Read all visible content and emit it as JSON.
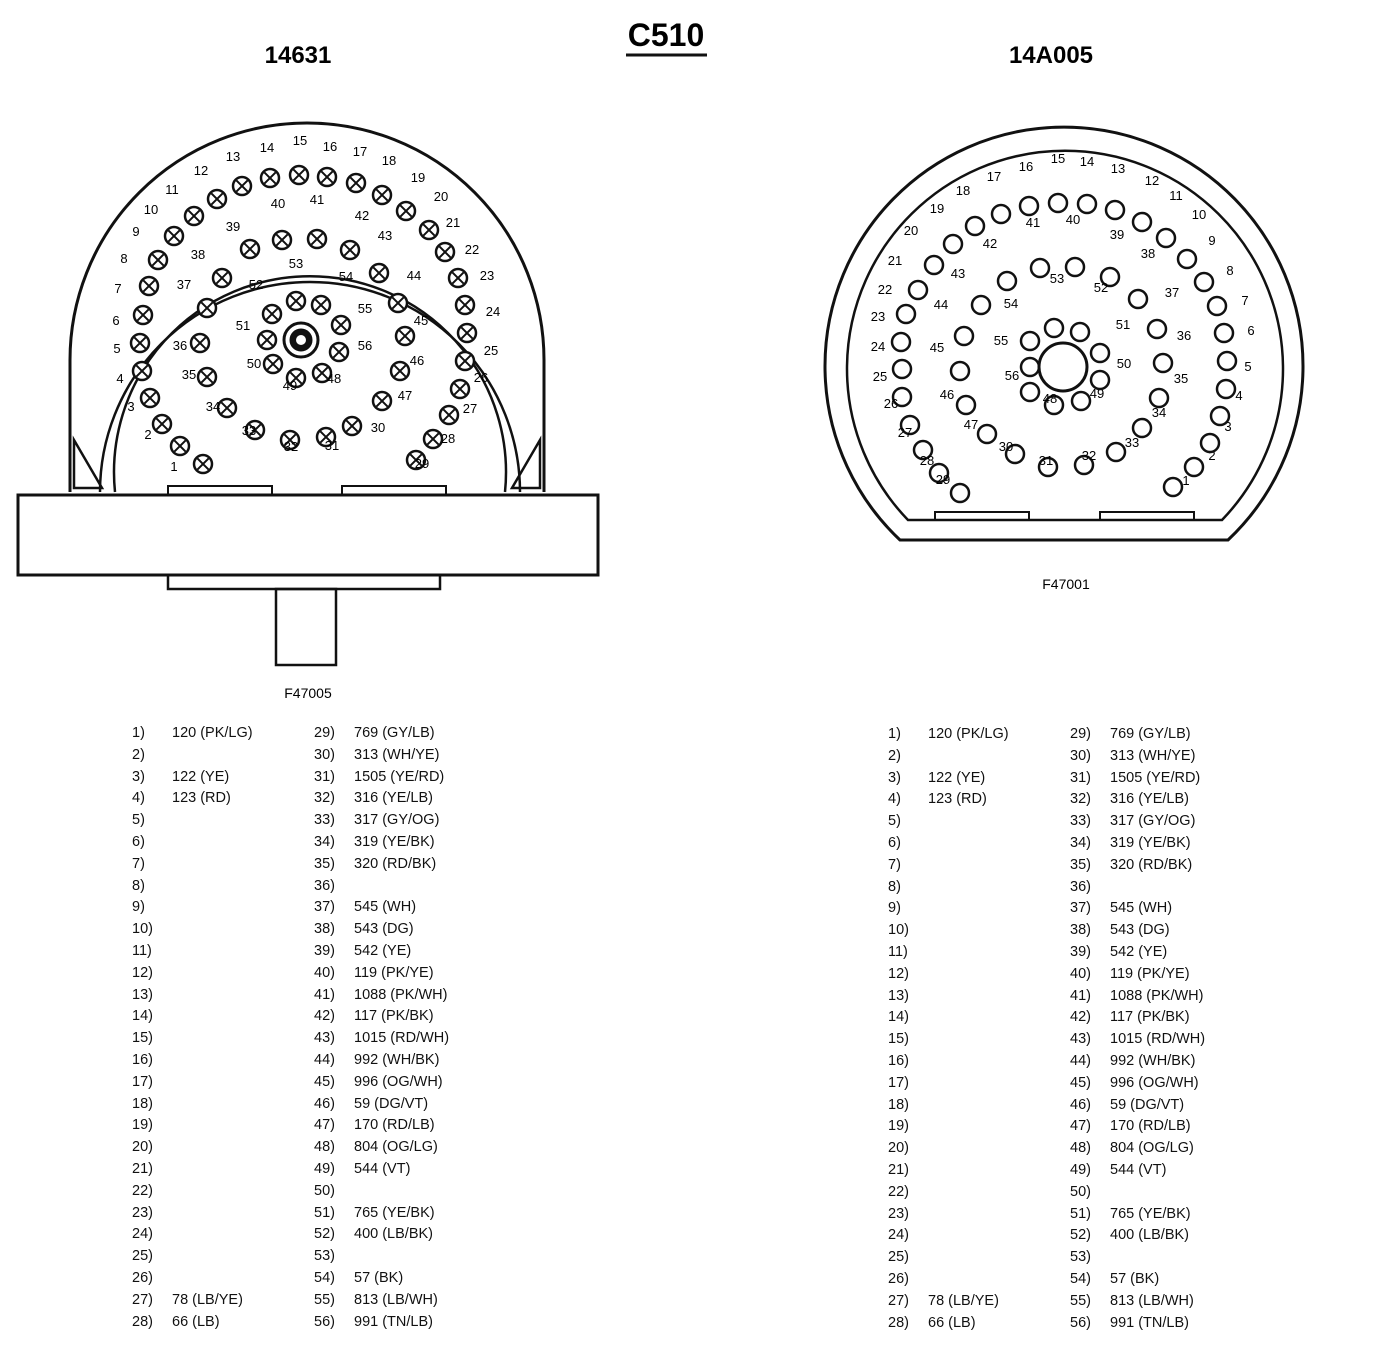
{
  "header": {
    "title": "C510"
  },
  "left_connector": {
    "part_number": "14631",
    "figure_id": "F47005",
    "pin_style": "crossed",
    "center_pin_style": "filled"
  },
  "right_connector": {
    "part_number": "14A005",
    "figure_id": "F47001",
    "pin_style": "open",
    "center_pin_style": "open"
  },
  "pin_numbers": [
    "1",
    "2",
    "3",
    "4",
    "5",
    "6",
    "7",
    "8",
    "9",
    "10",
    "11",
    "12",
    "13",
    "14",
    "15",
    "16",
    "17",
    "18",
    "19",
    "20",
    "21",
    "22",
    "23",
    "24",
    "25",
    "26",
    "27",
    "28",
    "29",
    "30",
    "31",
    "32",
    "33",
    "34",
    "35",
    "36",
    "37",
    "38",
    "39",
    "40",
    "41",
    "42",
    "43",
    "44",
    "45",
    "46",
    "47",
    "48",
    "49",
    "50",
    "51",
    "52",
    "53",
    "54",
    "55",
    "56"
  ],
  "pinout": {
    "col1": [
      {
        "pin": "1)",
        "wire": "120 (PK/LG)"
      },
      {
        "pin": "2)",
        "wire": ""
      },
      {
        "pin": "3)",
        "wire": "122 (YE)"
      },
      {
        "pin": "4)",
        "wire": "123 (RD)"
      },
      {
        "pin": "5)",
        "wire": ""
      },
      {
        "pin": "6)",
        "wire": ""
      },
      {
        "pin": "7)",
        "wire": ""
      },
      {
        "pin": "8)",
        "wire": ""
      },
      {
        "pin": "9)",
        "wire": ""
      },
      {
        "pin": "10)",
        "wire": ""
      },
      {
        "pin": "11)",
        "wire": ""
      },
      {
        "pin": "12)",
        "wire": ""
      },
      {
        "pin": "13)",
        "wire": ""
      },
      {
        "pin": "14)",
        "wire": ""
      },
      {
        "pin": "15)",
        "wire": ""
      },
      {
        "pin": "16)",
        "wire": ""
      },
      {
        "pin": "17)",
        "wire": ""
      },
      {
        "pin": "18)",
        "wire": ""
      },
      {
        "pin": "19)",
        "wire": ""
      },
      {
        "pin": "20)",
        "wire": ""
      },
      {
        "pin": "21)",
        "wire": ""
      },
      {
        "pin": "22)",
        "wire": ""
      },
      {
        "pin": "23)",
        "wire": ""
      },
      {
        "pin": "24)",
        "wire": ""
      },
      {
        "pin": "25)",
        "wire": ""
      },
      {
        "pin": "26)",
        "wire": ""
      },
      {
        "pin": "27)",
        "wire": "78 (LB/YE)"
      },
      {
        "pin": "28)",
        "wire": "66 (LB)"
      }
    ],
    "col2": [
      {
        "pin": "29)",
        "wire": "769 (GY/LB)"
      },
      {
        "pin": "30)",
        "wire": "313 (WH/YE)"
      },
      {
        "pin": "31)",
        "wire": "1505 (YE/RD)"
      },
      {
        "pin": "32)",
        "wire": "316 (YE/LB)"
      },
      {
        "pin": "33)",
        "wire": "317 (GY/OG)"
      },
      {
        "pin": "34)",
        "wire": "319 (YE/BK)"
      },
      {
        "pin": "35)",
        "wire": "320 (RD/BK)"
      },
      {
        "pin": "36)",
        "wire": ""
      },
      {
        "pin": "37)",
        "wire": "545 (WH)"
      },
      {
        "pin": "38)",
        "wire": "543 (DG)"
      },
      {
        "pin": "39)",
        "wire": "542 (YE)"
      },
      {
        "pin": "40)",
        "wire": "119 (PK/YE)"
      },
      {
        "pin": "41)",
        "wire": "1088 (PK/WH)"
      },
      {
        "pin": "42)",
        "wire": "117 (PK/BK)"
      },
      {
        "pin": "43)",
        "wire": "1015 (RD/WH)"
      },
      {
        "pin": "44)",
        "wire": "992 (WH/BK)"
      },
      {
        "pin": "45)",
        "wire": "996 (OG/WH)"
      },
      {
        "pin": "46)",
        "wire": "59 (DG/VT)"
      },
      {
        "pin": "47)",
        "wire": "170 (RD/LB)"
      },
      {
        "pin": "48)",
        "wire": "804 (OG/LG)"
      },
      {
        "pin": "49)",
        "wire": "544 (VT)"
      },
      {
        "pin": "50)",
        "wire": ""
      },
      {
        "pin": "51)",
        "wire": "765 (YE/BK)"
      },
      {
        "pin": "52)",
        "wire": "400 (LB/BK)"
      },
      {
        "pin": "53)",
        "wire": ""
      },
      {
        "pin": "54)",
        "wire": "57 (BK)"
      },
      {
        "pin": "55)",
        "wire": "813 (LB/WH)"
      },
      {
        "pin": "56)",
        "wire": "991 (TN/LB)"
      }
    ]
  },
  "colors": {
    "ink": "#111111",
    "background": "#ffffff"
  }
}
